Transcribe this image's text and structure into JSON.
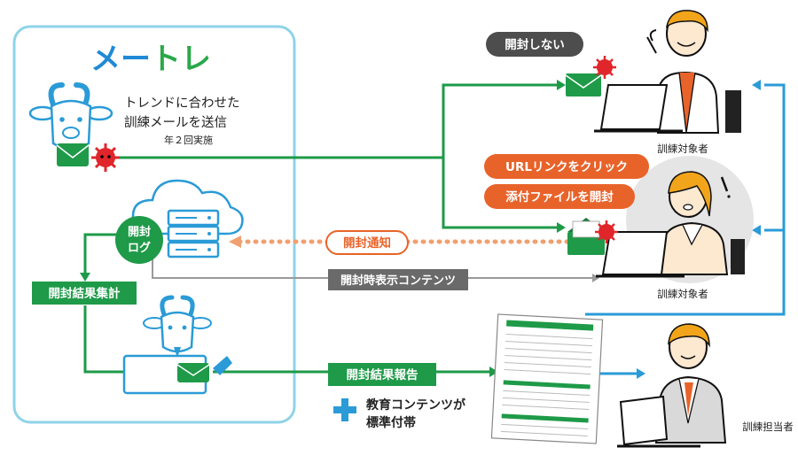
{
  "brand": {
    "logo_text": "メートレ"
  },
  "sender": {
    "line1": "トレンドに合わせた",
    "line2": "訓練メールを送信",
    "line3": "年２回実施"
  },
  "log_badge": {
    "line1": "開封",
    "line2": "ログ"
  },
  "labels": {
    "aggregate": "開封結果集計",
    "display_contents": "開封時表示コンテンツ",
    "notify": "開封通知",
    "report": "開封結果報告",
    "education_line1": "教育コンテンツが",
    "education_line2": "標準付帯"
  },
  "top_target": {
    "bubble": "開封しない",
    "caption": "訓練対象者"
  },
  "mid_target": {
    "bubble1": "URLリンクをクリック",
    "bubble2": "添付ファイルを開封",
    "caption": "訓練対象者"
  },
  "manager": {
    "caption": "訓練担当者"
  },
  "colors": {
    "green": "#1e9a48",
    "green_dark": "#147a37",
    "blue": "#2a9bd7",
    "orange": "#e8632a",
    "orange_dot": "#f0a070",
    "gray_label": "#6a6a6a",
    "red_virus": "#e0262b",
    "logo_blue": "#1f8ad6",
    "logo_green": "#2aa84a",
    "panel_border": "#8fd3e8"
  }
}
